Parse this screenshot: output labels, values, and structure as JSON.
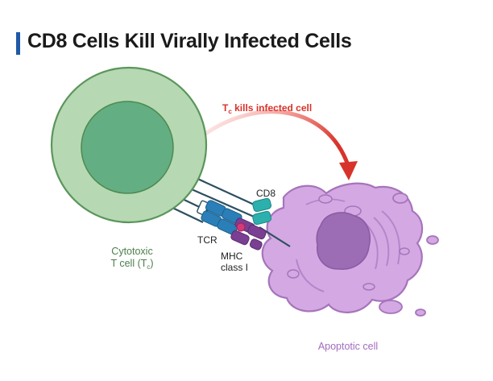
{
  "page": {
    "title": "CD8 Cells Kill Virally Infected Cells",
    "accent_color": "#1f5aa6"
  },
  "diagram": {
    "arrow_label": {
      "main": "T",
      "sub": "c",
      "rest": " kills infected cell",
      "color": "#d8332a"
    },
    "tcell_label": {
      "line1": "Cytotoxic",
      "line2_main": "T cell (T",
      "line2_sub": "c",
      "line2_end": ")",
      "color": "#4b7f4b"
    },
    "cd8_label": "CD8",
    "tcr_label": "TCR",
    "mhc_label": {
      "line1": "MHC",
      "line2": "class I"
    },
    "apoptotic_label": {
      "text": "Apoptotic cell",
      "color": "#a46bbf"
    },
    "colors": {
      "tcell_outer": "#b6d8b3",
      "tcell_inner": "#64ae83",
      "tcell_stroke": "#5b955b",
      "apoptotic_fill": "#d4a8e3",
      "apoptotic_stroke": "#a674bb",
      "nucleus_fill": "#9c6cb5",
      "tcr_blue": "#2a7fb8",
      "cd8_teal": "#2bb0ad",
      "mhc_purple": "#7a3f92",
      "peptide_pink": "#d43a78",
      "stalk_dark": "#2c4f60"
    }
  }
}
